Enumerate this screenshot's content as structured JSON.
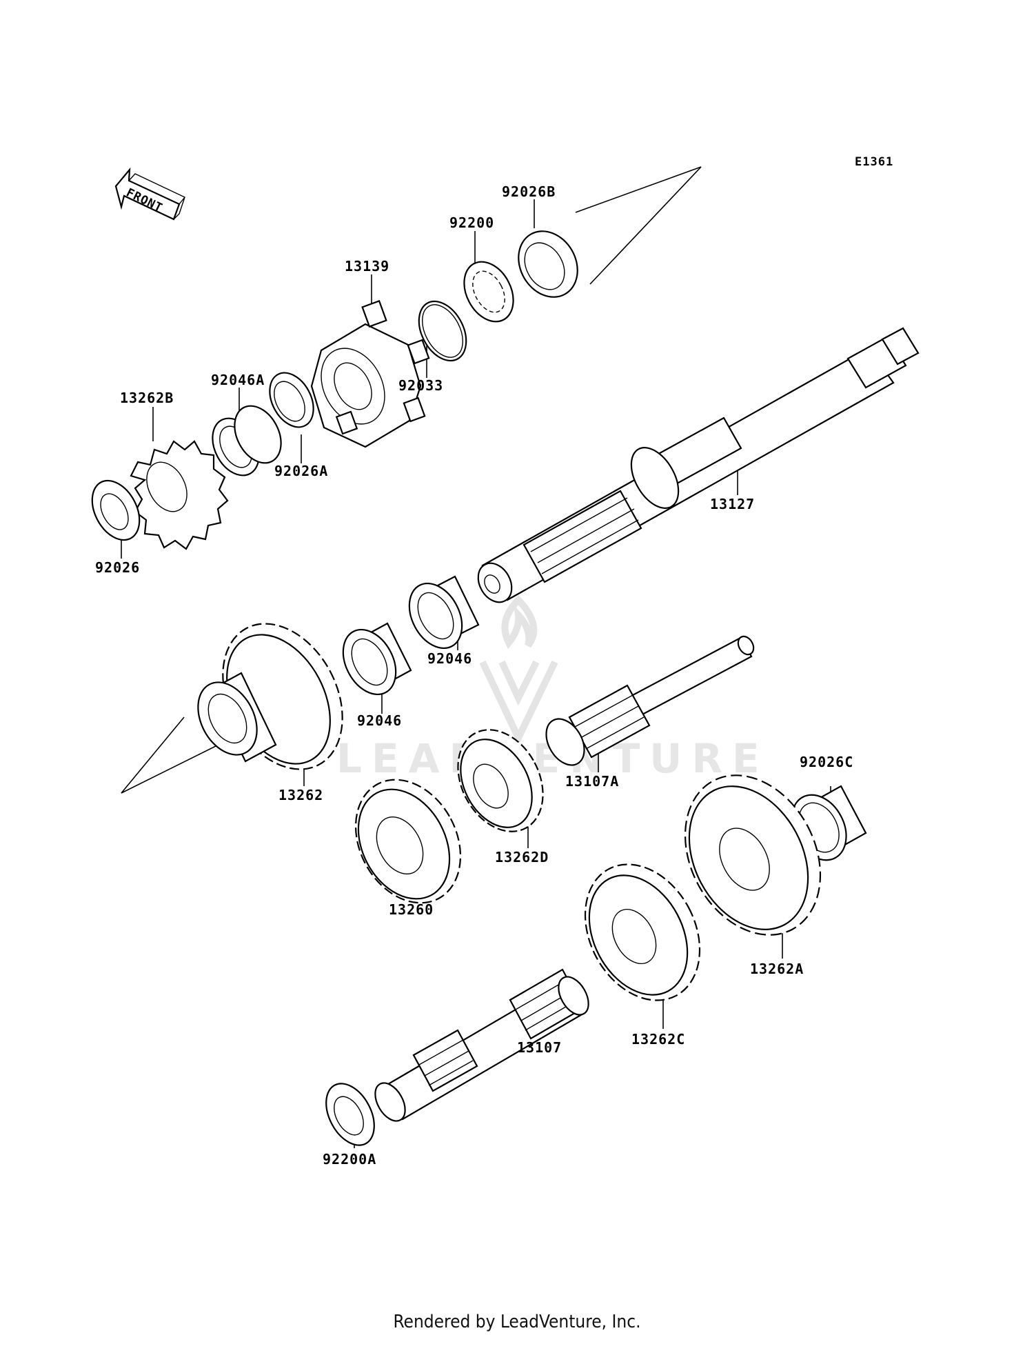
{
  "diagram_code": "E1361",
  "front_label": "FRONT",
  "watermark": "LEADVENTURE",
  "footer": "Rendered by LeadVenture, Inc.",
  "parts": [
    {
      "id": "92026B"
    },
    {
      "id": "92200"
    },
    {
      "id": "13139"
    },
    {
      "id": "92033"
    },
    {
      "id": "92046A"
    },
    {
      "id": "13262B"
    },
    {
      "id": "92026A"
    },
    {
      "id": "92026"
    },
    {
      "id": "13127"
    },
    {
      "id": "92046"
    },
    {
      "id": "92046"
    },
    {
      "id": "13262"
    },
    {
      "id": "13107A"
    },
    {
      "id": "92026C"
    },
    {
      "id": "13262D"
    },
    {
      "id": "13260"
    },
    {
      "id": "13262A"
    },
    {
      "id": "13107"
    },
    {
      "id": "13262C"
    },
    {
      "id": "92200A"
    }
  ]
}
